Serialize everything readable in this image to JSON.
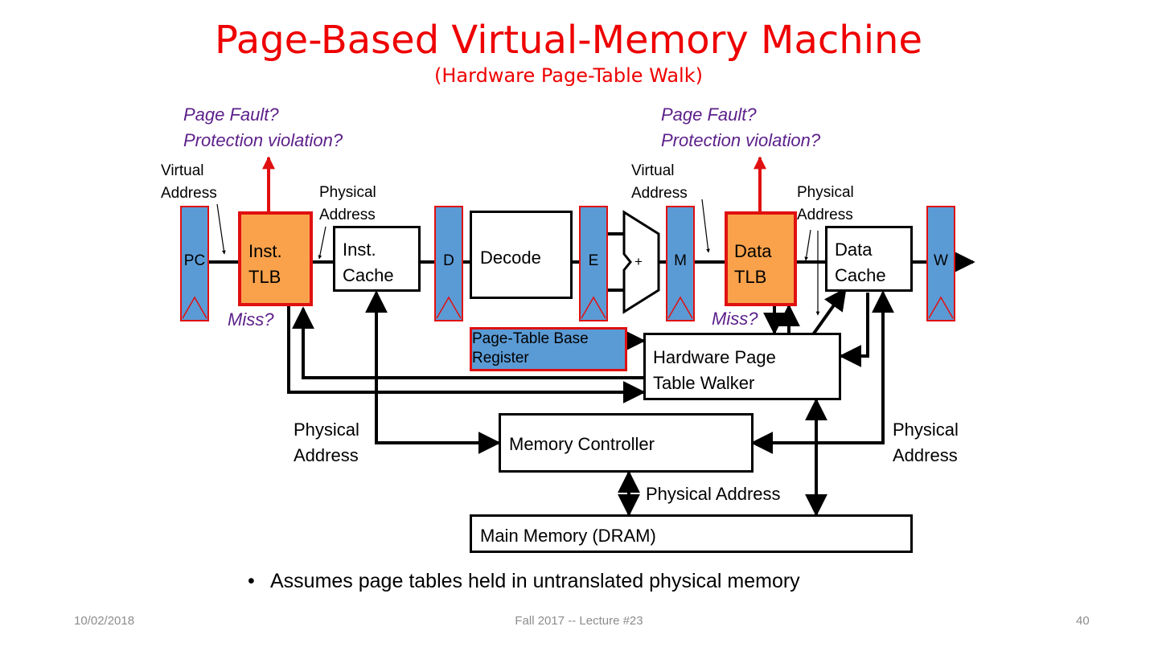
{
  "slide": {
    "title": "Page-Based Virtual-Memory Machine",
    "subtitle": "(Hardware Page-Table Walk)",
    "title_color": "#ee0000"
  },
  "annotations": {
    "inst_fault_line1": "Page Fault?",
    "inst_fault_line2": "Protection violation?",
    "data_fault_line1": "Page Fault?",
    "data_fault_line2": "Protection violation?",
    "inst_miss": "Miss?",
    "data_miss": "Miss?",
    "note_color": "#5b1f8a"
  },
  "labels": {
    "inst_virtual_1": "Virtual",
    "inst_virtual_2": "Address",
    "inst_physical_1": "Physical",
    "inst_physical_2": "Address",
    "data_virtual_1": "Virtual",
    "data_virtual_2": "Address",
    "data_physical_1": "Physical",
    "data_physical_2": "Address",
    "left_physical_1": "Physical",
    "left_physical_2": "Address",
    "right_physical_1": "Physical",
    "right_physical_2": "Address",
    "mem_physical": "Physical Address"
  },
  "pipeline": {
    "registers": [
      "PC",
      "D",
      "E",
      "M",
      "W"
    ],
    "alu_symbol": "+",
    "inst_tlb_1": "Inst.",
    "inst_tlb_2": "TLB",
    "inst_cache_1": "Inst.",
    "inst_cache_2": "Cache",
    "decode": "Decode",
    "data_tlb_1": "Data",
    "data_tlb_2": "TLB",
    "data_cache_1": "Data",
    "data_cache_2": "Cache"
  },
  "memory_system": {
    "ptbr_1": "Page-Table Base",
    "ptbr_2": "Register",
    "walker_1": "Hardware Page",
    "walker_2": "Table Walker",
    "controller": "Memory Controller",
    "main_memory": "Main Memory (DRAM)"
  },
  "colors": {
    "register_fill": "#5b9bd5",
    "register_border": "#e01010",
    "tlb_fill": "#f9a24b",
    "fault_arrow": "#e01010"
  },
  "bullets": [
    "Assumes page tables held in untranslated physical memory"
  ],
  "footer": {
    "date": "10/02/2018",
    "course": "Fall 2017 -- Lecture #23",
    "page": "40"
  }
}
